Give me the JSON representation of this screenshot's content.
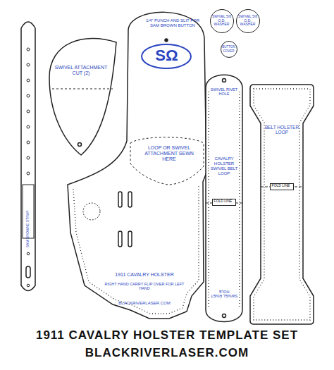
{
  "diagram": {
    "title": "1911 CAVALRY HOLSTER TEMPLATE SET",
    "caption": "BLACKRIVERLASER.COM",
    "nodes": [
      {
        "text": [
          "SAM BROWNE STRAP"
        ]
      },
      {
        "text": [
          "SWIVEL ATTACHMENT CUT (2)"
        ]
      },
      {
        "text": [
          "1/4\" PUNCH AND SLIT FOR SAM BROWN BUTTON",
          "LOOP OR SWIVEL ATTACHMENT SEWN HERE",
          "1911 CAVALRY HOLSTER",
          "RIGHT HAND CARRY FLIP OVER FOR LEFT HAND",
          "BLACKRIVERLASER.COM"
        ]
      },
      {
        "text": [
          "SΩ"
        ],
        "in": 2
      },
      {
        "text": [
          "SWIVEL 5/8 O.D. WASHER"
        ]
      },
      {
        "text": [
          "SWIVEL 5/8 O.D. WASHER"
        ]
      },
      {
        "text": [
          "BUTTON COVER"
        ]
      },
      {
        "text": [
          "SWIVEL RIVET HOLE",
          "CAVALRY HOLSTER SWIVEL BELT LOOP",
          "SWIVEL RIVET HOLE"
        ]
      },
      {
        "text": [
          "FOLD LINE"
        ],
        "in": 7
      },
      {
        "text": [
          "BELT HOLSTER LOOP"
        ]
      },
      {
        "text": [
          "FOLD LINE"
        ],
        "in": 9
      }
    ]
  }
}
